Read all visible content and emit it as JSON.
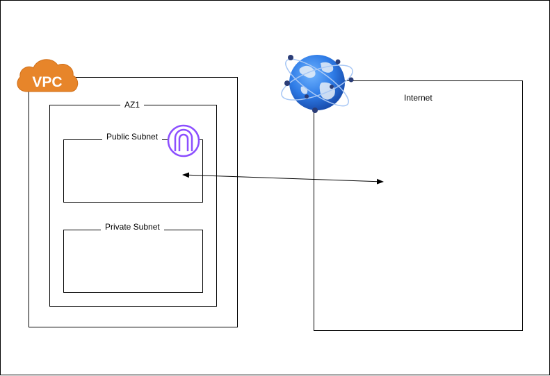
{
  "diagram": {
    "vpc_label": "VPC",
    "az_label": "AZ1",
    "public_subnet_label": "Public Subnet",
    "private_subnet_label": "Private Subnet",
    "internet_label": "Internet"
  },
  "colors": {
    "vpc_cloud": "#E7852A",
    "gateway_icon": "#8C4FFF",
    "globe": "#2E7BE6",
    "stroke": "#000000"
  },
  "icons": {
    "vpc": "vpc-cloud-icon",
    "gateway": "internet-gateway-icon",
    "internet": "globe-icon"
  }
}
